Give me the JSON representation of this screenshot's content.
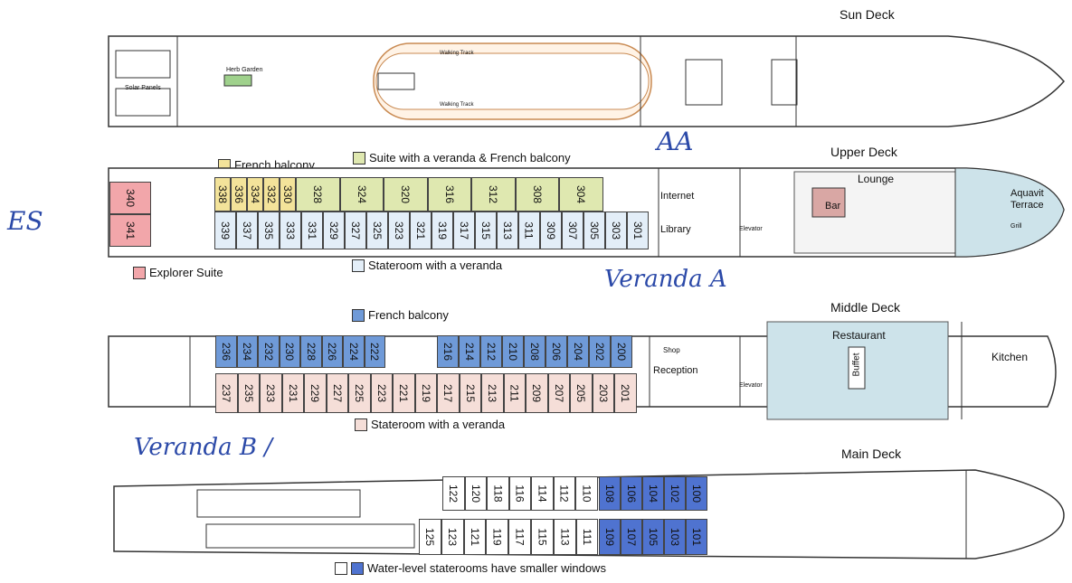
{
  "sun_deck": {
    "title": "Sun Deck",
    "solar_panels": "Solar Panels",
    "herb_garden": "Herb Garden",
    "walking_track_top": "Walking Track",
    "walking_track_bottom": "Walking Track"
  },
  "upper_deck": {
    "title": "Upper Deck",
    "legend_french": "French balcony",
    "legend_suite": "Suite with a veranda & French balcony",
    "legend_explorer": "Explorer Suite",
    "legend_veranda": "Stateroom with a veranda",
    "internet": "Internet",
    "library": "Library",
    "elevator": "Elevator",
    "lounge": "Lounge",
    "bar": "Bar",
    "terrace": "Aquavit Terrace",
    "grill": "Grill",
    "explorer_cabins": [
      "340",
      "341"
    ],
    "top_yellow": [
      "338",
      "336",
      "334",
      "332",
      "330"
    ],
    "top_suite": [
      "328",
      "324",
      "320",
      "316",
      "312",
      "308",
      "304"
    ],
    "bottom_cabins": [
      "339",
      "337",
      "335",
      "333",
      "331",
      "329",
      "327",
      "325",
      "323",
      "321",
      "319",
      "317",
      "315",
      "313",
      "311",
      "309",
      "307",
      "305",
      "303",
      "301"
    ]
  },
  "middle_deck": {
    "title": "Middle Deck",
    "legend_french": "French balcony",
    "legend_veranda": "Stateroom with a veranda",
    "shop": "Shop",
    "reception": "Reception",
    "elevator": "Elevator",
    "restaurant": "Restaurant",
    "buffet": "Buffet",
    "kitchen": "Kitchen",
    "top_left_cabins": [
      "236",
      "234",
      "232",
      "230",
      "228",
      "226",
      "224",
      "222"
    ],
    "top_right_cabins": [
      "216",
      "214",
      "212",
      "210",
      "208",
      "206",
      "204",
      "202",
      "200"
    ],
    "bottom_cabins": [
      "237",
      "235",
      "233",
      "231",
      "229",
      "227",
      "225",
      "223",
      "221",
      "219",
      "217",
      "215",
      "213",
      "211",
      "209",
      "207",
      "205",
      "203",
      "201"
    ]
  },
  "main_deck": {
    "title": "Main Deck",
    "legend": "Water-level staterooms have smaller windows",
    "top_white": [
      "122",
      "120",
      "118",
      "116",
      "114",
      "112",
      "110"
    ],
    "top_blue": [
      "108",
      "106",
      "104",
      "102",
      "100"
    ],
    "bottom_white": [
      "125",
      "123",
      "121",
      "119",
      "117",
      "115",
      "113",
      "111"
    ],
    "bottom_blue": [
      "109",
      "107",
      "105",
      "103",
      "101"
    ]
  },
  "handwriting": {
    "aa": "AA",
    "es": "ES",
    "veranda_a": "Veranda A",
    "veranda_b": "Veranda B /"
  },
  "colors": {
    "yellow": "#f3e39a",
    "suite_green": "#dfe8b0",
    "explorer_pink": "#f2a6aa",
    "veranda_blue": "#e3eef8",
    "french_blue": "#6f9ad8",
    "veranda_pink": "#f5ded8",
    "lounge_teal": "#cde3ea",
    "herb_green": "#9fd18c",
    "main_blue": "#4f73d0"
  }
}
